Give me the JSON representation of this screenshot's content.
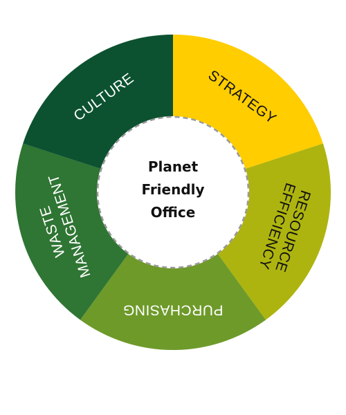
{
  "center": {
    "lines": [
      "Planet",
      "Friendly",
      "Office"
    ]
  },
  "segments": [
    {
      "id": "strategy",
      "lines": [
        "STRATEGY"
      ],
      "color": "#FFCD00",
      "text_color": "#111111"
    },
    {
      "id": "resource-efficiency",
      "lines": [
        "RESOURCE",
        "EFFICIENCY"
      ],
      "color": "#ADB40F",
      "text_color": "#111111"
    },
    {
      "id": "purchasing",
      "lines": [
        "PURCHASING"
      ],
      "color": "#6E9A2A",
      "text_color": "#ffffff"
    },
    {
      "id": "waste-management",
      "lines": [
        "WASTE",
        "MANAGEMENT"
      ],
      "color": "#2F7533",
      "text_color": "#ffffff"
    },
    {
      "id": "culture",
      "lines": [
        "CULTURE"
      ],
      "color": "#0C5230",
      "text_color": "#ffffff"
    }
  ],
  "ring_divider_color": "#9a9a9a"
}
